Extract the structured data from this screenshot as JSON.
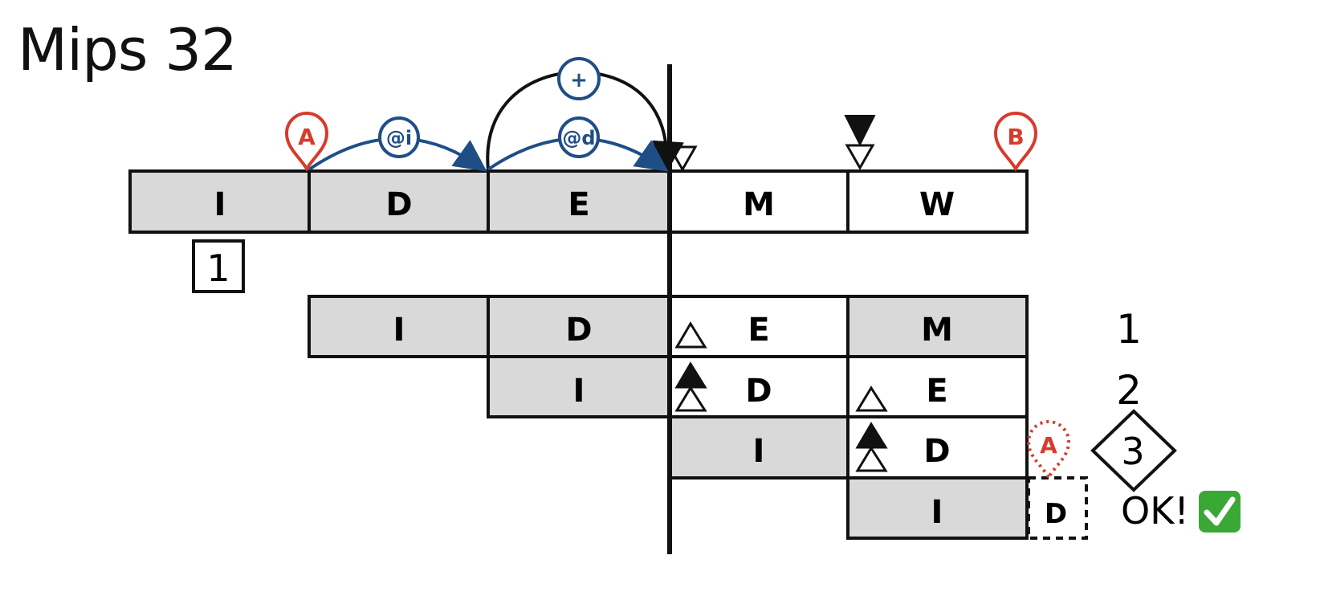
{
  "title": "Mips 32",
  "colors": {
    "stage_fill": "#d9d9d9",
    "stage_border": "#111111",
    "marker_red": "#d73b2b",
    "arrow_blue": "#1f4e86",
    "check_green": "#3aa835"
  },
  "pipeline": {
    "main_row": [
      "I",
      "D",
      "E",
      "M",
      "W"
    ],
    "row1": [
      "I",
      "D",
      "E",
      "M"
    ],
    "row2": [
      "I",
      "D",
      "E"
    ],
    "row3": [
      "I",
      "D"
    ],
    "row4": [
      "I",
      "D"
    ]
  },
  "markers": {
    "start": "A",
    "end": "B",
    "retry": "A",
    "fetch_arrow": "@i",
    "data_arrow": "@d",
    "add_arrow": "+"
  },
  "labels": {
    "boxed_one": "1",
    "row1_number": "1",
    "row2_number": "2",
    "diamond_number": "3",
    "ok_text": "OK!",
    "check_icon": "✅"
  }
}
